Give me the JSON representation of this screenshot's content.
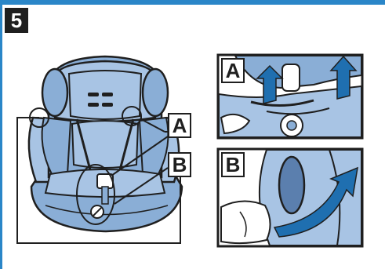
{
  "step": {
    "number": "5"
  },
  "labels": {
    "a": "A",
    "b": "B"
  },
  "colors": {
    "accent": "#2a86c8",
    "seat_fill": "#8aaed6",
    "seat_light": "#a8c4e4",
    "outline": "#1f1f1f",
    "arrow_fill": "#1f6fb0"
  }
}
